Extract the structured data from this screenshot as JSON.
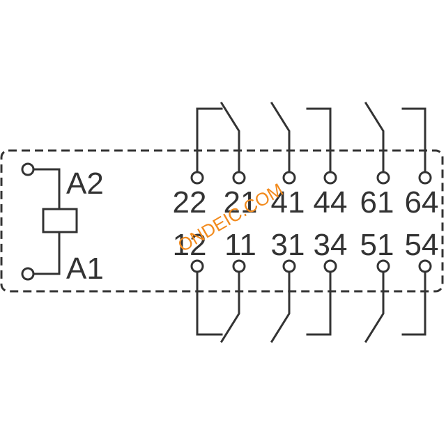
{
  "diagram": {
    "coil": {
      "top_terminal": "A2",
      "bottom_terminal": "A1"
    },
    "contact_labels": {
      "top_row": [
        "22",
        "21",
        "41",
        "44",
        "61",
        "64"
      ],
      "bottom_row": [
        "12",
        "11",
        "31",
        "34",
        "51",
        "54"
      ]
    },
    "watermark": "ONDEIC.COM"
  }
}
